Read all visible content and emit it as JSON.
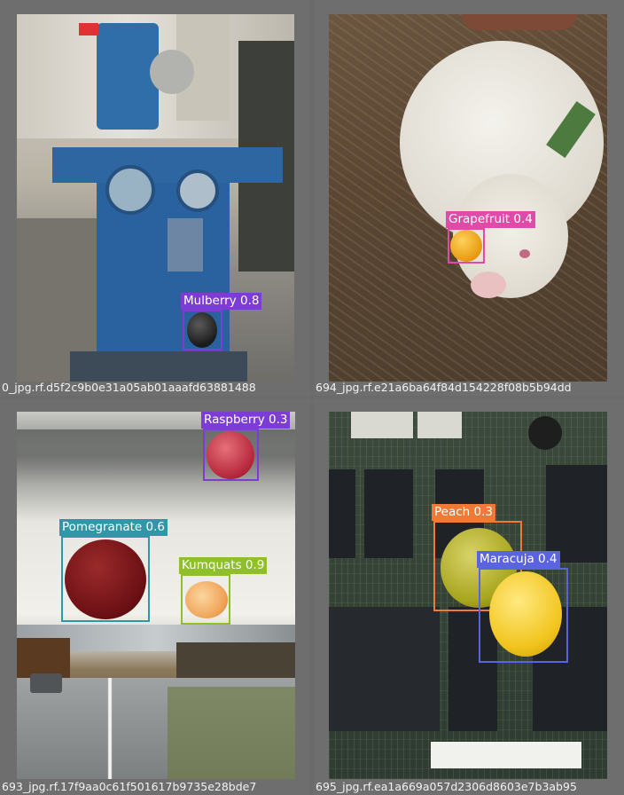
{
  "tiles": [
    {
      "caption": "0_jpg.rf.d5f2c9b0e31a05ab01aaafd63881488",
      "detections": [
        {
          "label": "Mulberry 0.8",
          "color": "#7d3cd6"
        }
      ]
    },
    {
      "caption": "694_jpg.rf.e21a6ba64f84d154228f08b5b94dd",
      "detections": [
        {
          "label": "Grapefruit 0.4",
          "color": "#e04aa9"
        }
      ]
    },
    {
      "caption": "693_jpg.rf.17f9aa0c61f501617b9735e28bde7",
      "detections": [
        {
          "label": "Raspberry 0.3",
          "color": "#7d3cd6"
        },
        {
          "label": "Pomegranate 0.6",
          "color": "#2f97a8"
        },
        {
          "label": "Kumquats 0.9",
          "color": "#8fbf2a"
        }
      ]
    },
    {
      "caption": "695_jpg.rf.ea1a669a057d2306d8603e7b3ab95",
      "detections": [
        {
          "label": "Peach 0.3",
          "color": "#f07a35"
        },
        {
          "label": "Maracuja 0.4",
          "color": "#5a63e0"
        }
      ]
    }
  ]
}
